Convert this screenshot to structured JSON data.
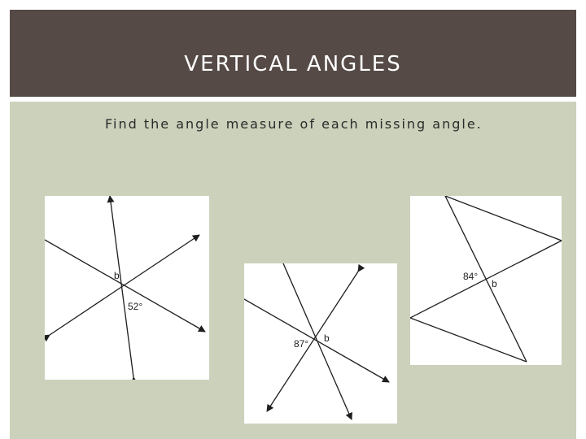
{
  "slide": {
    "title": "VERTICAL ANGLES",
    "instruction": "Find the angle measure of each missing angle."
  },
  "figures": [
    {
      "labels": {
        "variable": "b",
        "given_angle": "52°"
      }
    },
    {
      "labels": {
        "given_angle": "87°",
        "variable": "b"
      }
    },
    {
      "labels": {
        "given_angle": "84°",
        "variable": "b"
      }
    }
  ],
  "colors": {
    "title_bar": "#554a46",
    "content_background": "#ccd1bb",
    "figure_background": "#ffffff",
    "line": "#1e1e1e"
  }
}
